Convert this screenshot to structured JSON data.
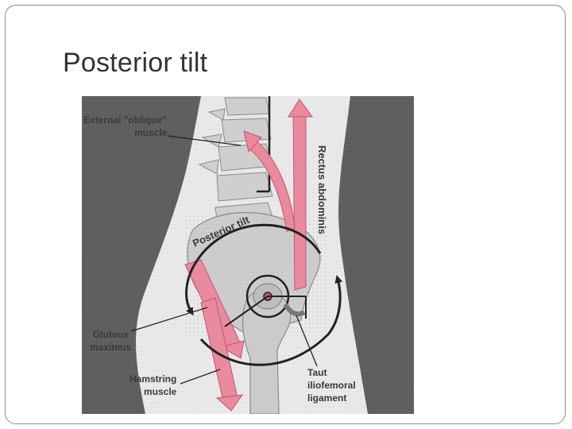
{
  "slide": {
    "title": "Posterior tilt"
  },
  "figure": {
    "labels": {
      "external_oblique_line1": "External \"oblique\"",
      "external_oblique_line2": "muscle",
      "rectus_abdominis": "Rectus abdominis",
      "posterior_tilt": "Posterior tilt",
      "gluteus_line1": "Gluteus",
      "gluteus_line2": "maximus",
      "hamstring_line1": "Hamstring",
      "hamstring_line2": "muscle",
      "taut_line1": "Taut",
      "taut_line2": "iliofemoral",
      "taut_line3": "ligament"
    },
    "colors": {
      "background_tissue": "#5e5e5e",
      "body": "#e9e9e9",
      "bone": "#c9c9c9",
      "muscle": "#e98a9f",
      "muscle_outline": "#c2566f",
      "arrow": "#222222"
    }
  }
}
